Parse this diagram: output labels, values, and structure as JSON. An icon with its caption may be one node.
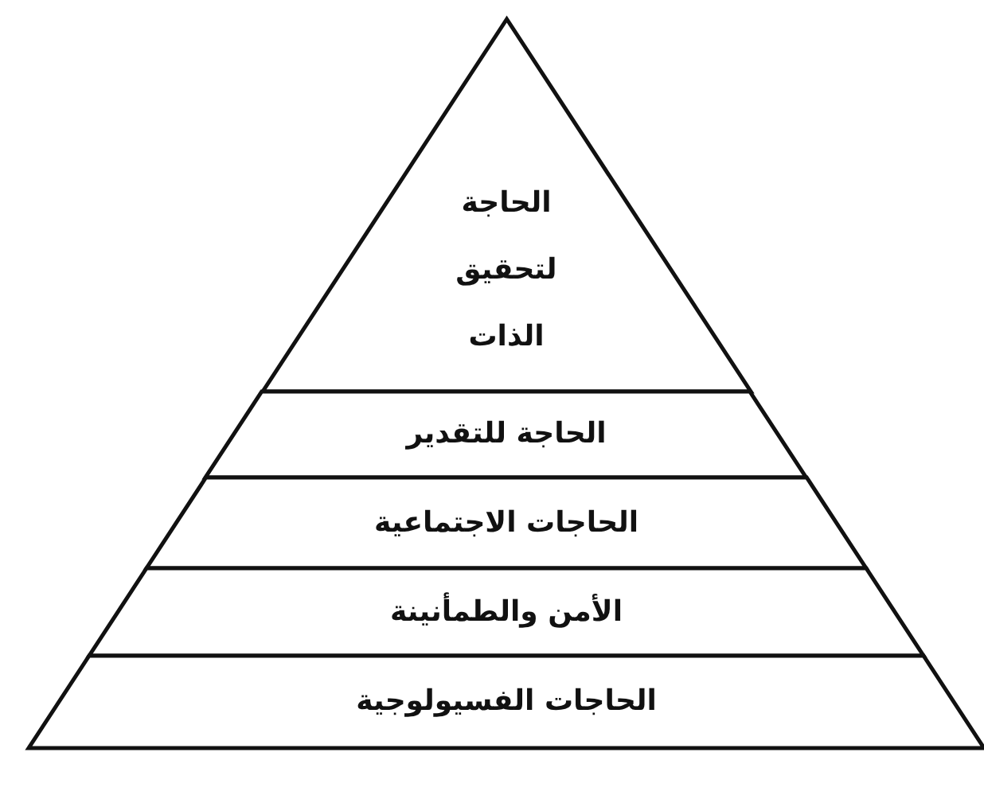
{
  "diagram": {
    "nodes": [
      {
        "text": [
          "الحاجة لتحقيق الذات"
        ]
      },
      {
        "text": [
          "الحاجة للتقدير"
        ]
      },
      {
        "text": [
          "الحاجات الاجتماعية"
        ]
      },
      {
        "text": [
          "الأمن والطمأنينة"
        ]
      },
      {
        "text": [
          "الحاجات الفسيولوجية"
        ]
      }
    ],
    "edges": []
  }
}
